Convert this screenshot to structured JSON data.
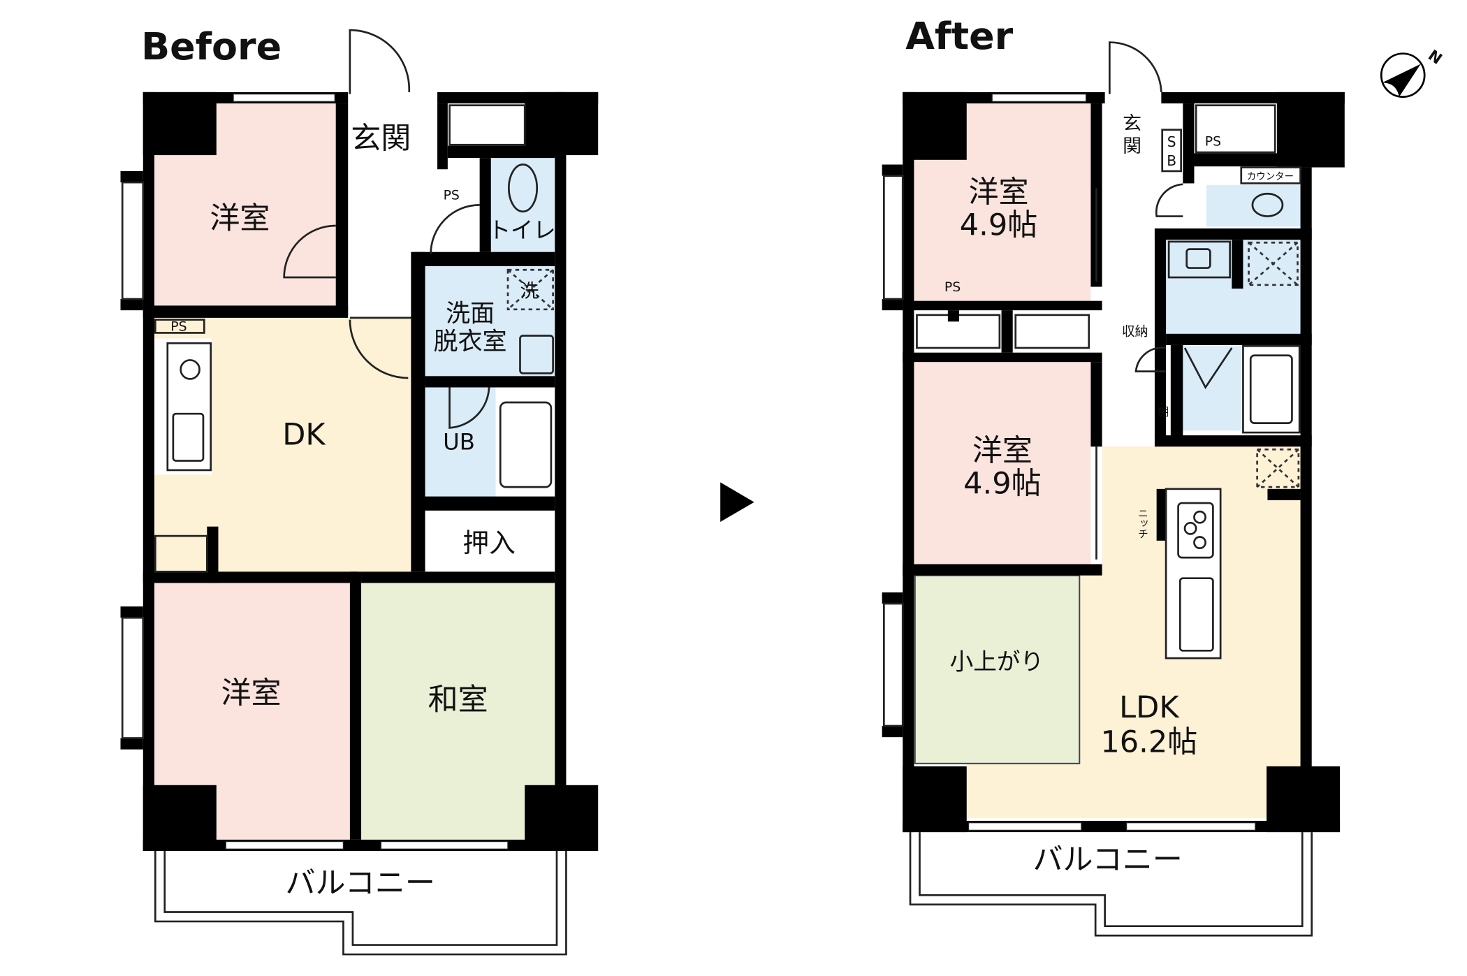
{
  "before": {
    "title": "Before",
    "rooms": {
      "western_room_top": "洋室",
      "entrance": "玄関",
      "toilet": "トイレ",
      "washroom_line1": "洗面",
      "washroom_line2": "脱衣室",
      "washer": "洗",
      "dk": "DK",
      "unit_bath": "UB",
      "closet": "押入",
      "western_room_bottom": "洋室",
      "japanese_room": "和室",
      "balcony": "バルコニー",
      "ps_1": "PS",
      "ps_2": "PS"
    }
  },
  "after": {
    "title": "After",
    "rooms": {
      "western_room_top": "洋室",
      "western_room_top_size": "4.9帖",
      "western_room_mid": "洋室",
      "western_room_mid_size": "4.9帖",
      "entrance_line1": "玄",
      "entrance_line2": "関",
      "shoe_box_line1": "S",
      "shoe_box_line2": "B",
      "ps_1": "PS",
      "ps_2": "PS",
      "counter": "カウンター",
      "storage": "収納",
      "shelf": "棚",
      "niche": "ニッチ",
      "raised_area": "小上がり",
      "ldk": "LDK",
      "ldk_size": "16.2帖",
      "balcony": "バルコニー"
    }
  },
  "arrow_icon": "play-arrow-icon",
  "compass_icon": "north-compass-icon",
  "compass_label": "N",
  "colors": {
    "western_room": "#fbe3de",
    "dining_kitchen": "#fdf1d6",
    "wet_area": "#d9ecf8",
    "japanese_room": "#e9f0d6",
    "wall": "#000000"
  }
}
